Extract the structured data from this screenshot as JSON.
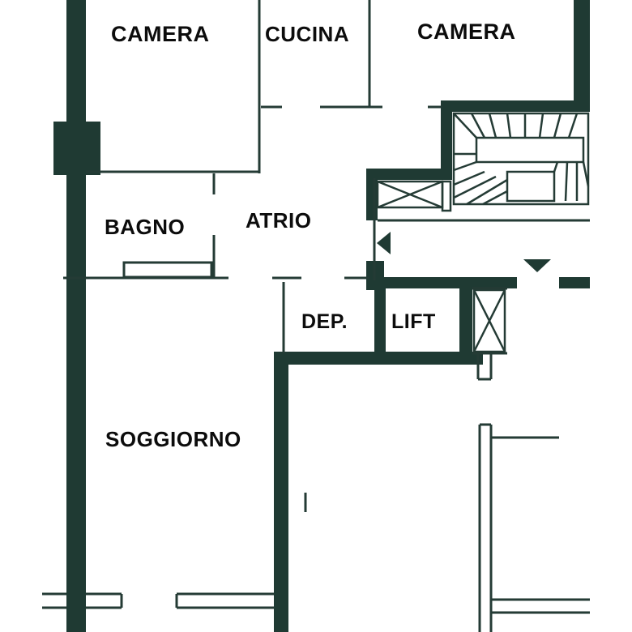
{
  "floor_plan": {
    "colors": {
      "wall": "#1f3a33",
      "line": "#243b35",
      "background": "#ffffff",
      "text": "#0c0c0c"
    },
    "rooms": {
      "camera_left": "CAMERA",
      "cucina": "CUCINA",
      "camera_right": "CAMERA",
      "bagno": "BAGNO",
      "atrio": "ATRIO",
      "dep": "DEP.",
      "lift": "LIFT",
      "soggiorno": "SOGGIORNO"
    },
    "icons": [
      "staircase-icon",
      "lift-shaft-icon",
      "arrow-left-icon",
      "arrow-down-icon"
    ]
  }
}
